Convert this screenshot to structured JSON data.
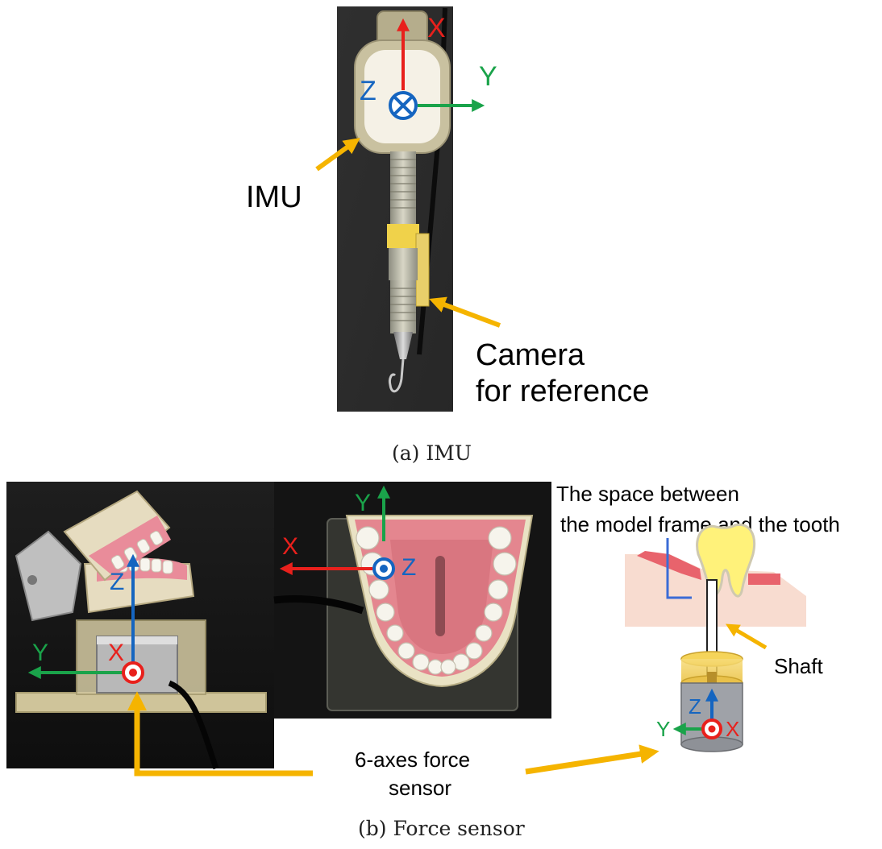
{
  "panel_a": {
    "caption": "(a) IMU",
    "labels": {
      "imu": "IMU",
      "camera_line1": "Camera",
      "camera_line2": "for reference"
    },
    "axes": {
      "x": "X",
      "y": "Y",
      "z": "Z"
    }
  },
  "panel_b": {
    "caption": "(b) Force sensor",
    "side_view_axes": {
      "x": "X",
      "y": "Y",
      "z": "Z"
    },
    "top_view_axes": {
      "x": "X",
      "y": "Y",
      "z": "Z"
    },
    "schematic": {
      "space_line1": "The space between",
      "space_line2": "the model frame and the tooth",
      "shaft": "Shaft",
      "axes": {
        "x": "X",
        "y": "Y",
        "z": "Z"
      }
    },
    "sensor_label_line1": "6-axes force",
    "sensor_label_line2": "sensor"
  },
  "colors": {
    "x_axis": "#e8201c",
    "y_axis": "#1aa34a",
    "z_axis": "#1565c0",
    "arrow_yellow": "#f5b400"
  }
}
